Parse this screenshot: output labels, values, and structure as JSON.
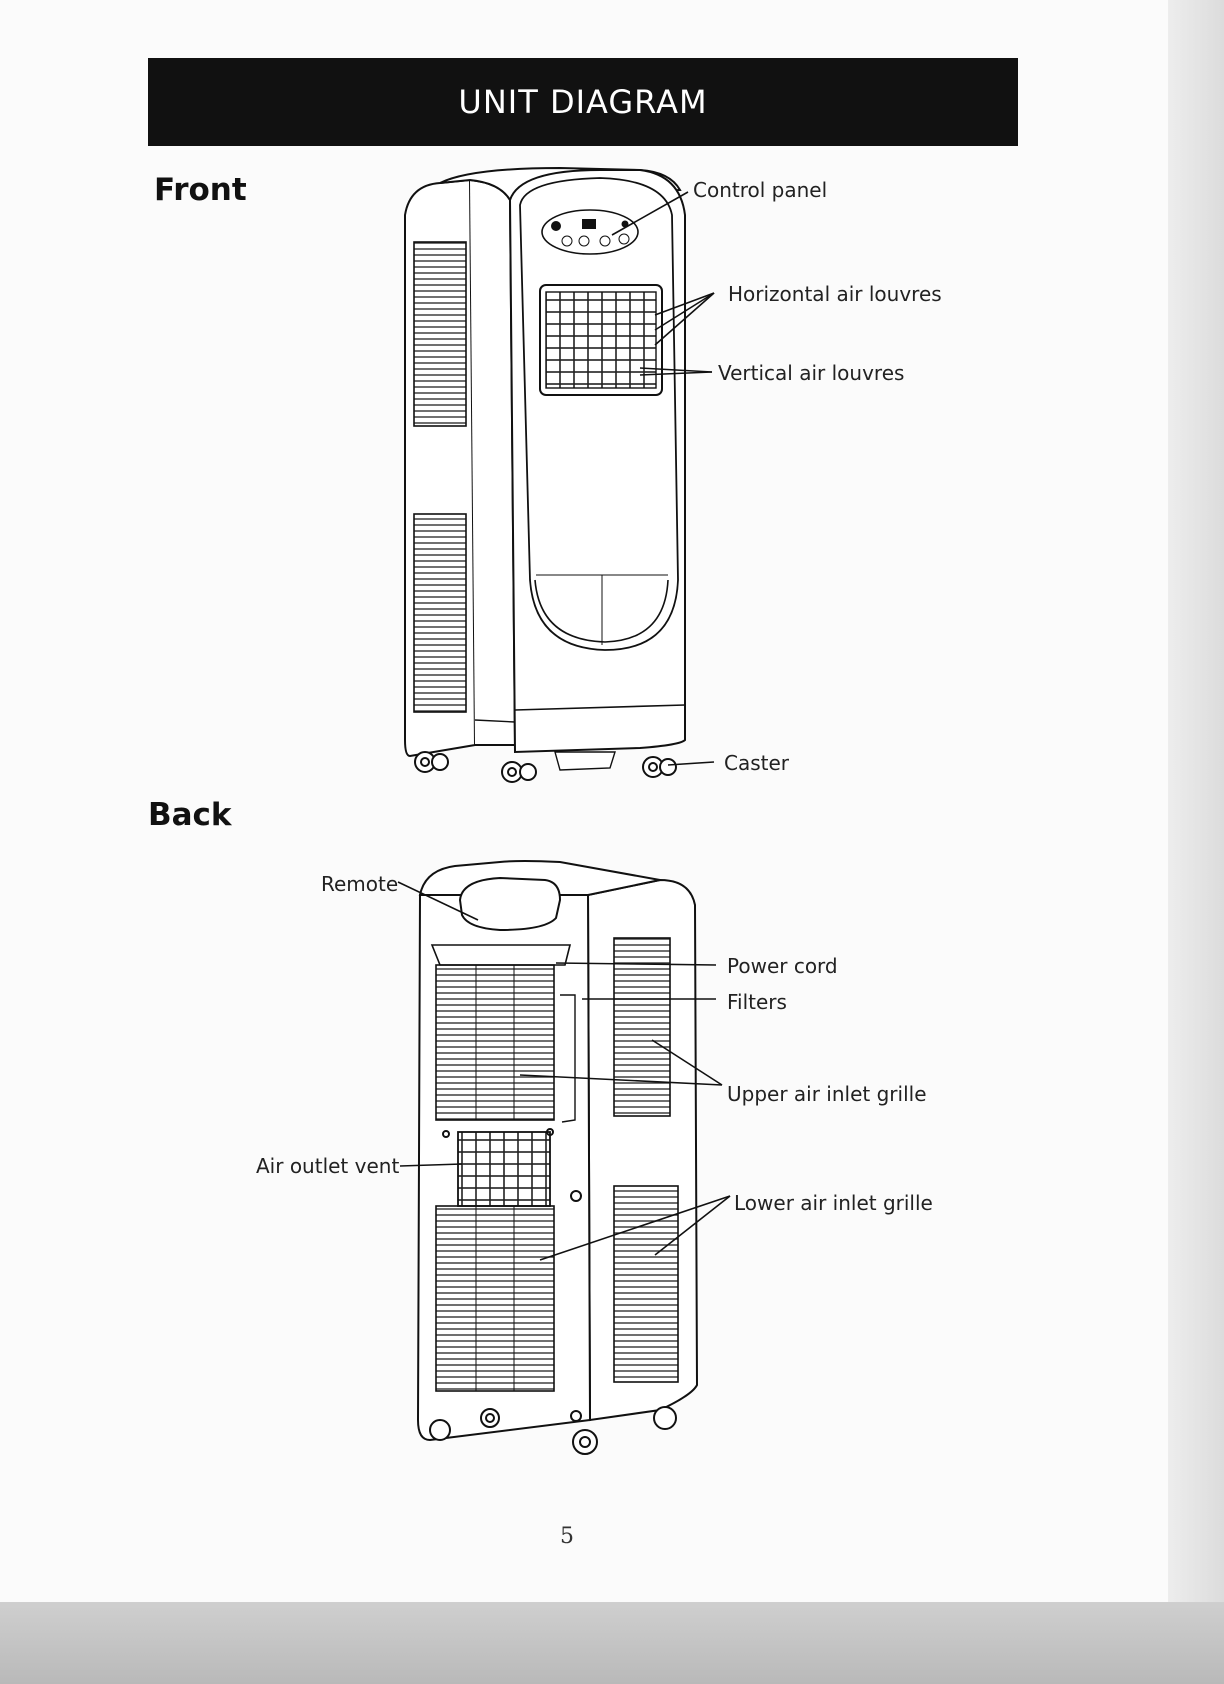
{
  "banner": {
    "title": "UNIT DIAGRAM"
  },
  "sections": {
    "front": "Front",
    "back": "Back"
  },
  "front_labels": {
    "control_panel": "Control panel",
    "horizontal_louvres": "Horizontal air louvres",
    "vertical_louvres": "Vertical air louvres",
    "caster": "Caster"
  },
  "back_labels": {
    "remote": "Remote",
    "power_cord": "Power cord",
    "filters": "Filters",
    "upper_grille": "Upper air inlet grille",
    "air_outlet": "Air outlet vent",
    "lower_grille": "Lower air inlet grille"
  },
  "page_number": "5"
}
